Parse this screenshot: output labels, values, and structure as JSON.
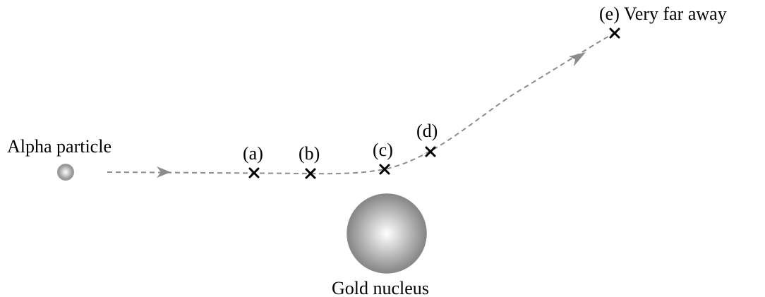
{
  "labels": {
    "alpha": "Alpha particle",
    "nucleus": "Gold nucleus",
    "a": "(a)",
    "b": "(b)",
    "c": "(c)",
    "d": "(d)",
    "e": "(e) Very far away"
  },
  "colors": {
    "path": "#8c8c8c",
    "marker": "#000000",
    "sphere_light": "#ffffff",
    "sphere_dark": "#7a7a7a"
  }
}
